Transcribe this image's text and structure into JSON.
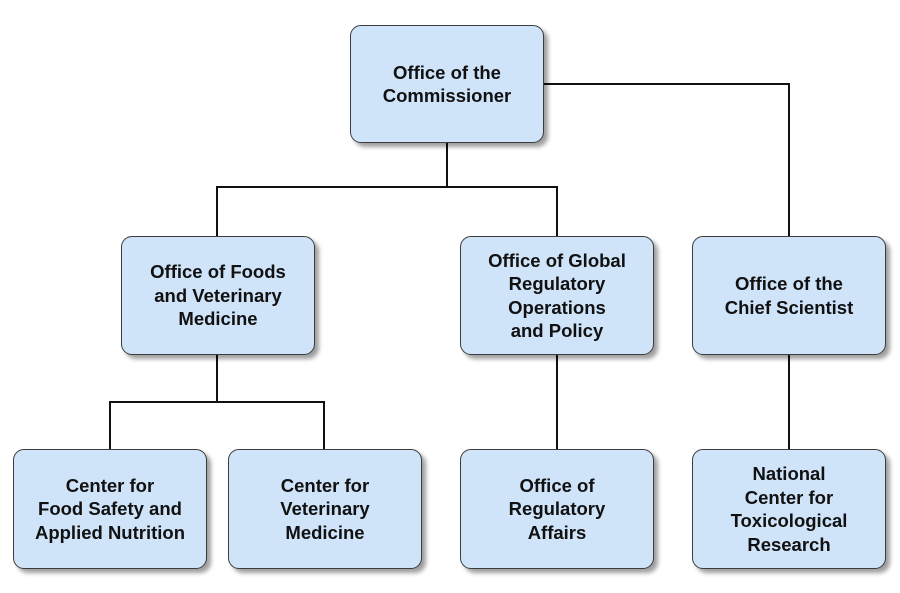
{
  "org_chart": {
    "commissioner": {
      "label": "Office of the\nCommissioner"
    },
    "foods_vet": {
      "label": "Office of Foods\nand Veterinary\nMedicine"
    },
    "global_reg": {
      "label": "Office of Global\nRegulatory\nOperations\nand Policy"
    },
    "chief_scientist": {
      "label": "Office of the\nChief Scientist"
    },
    "cfsan": {
      "label": "Center for\nFood Safety and\nApplied Nutrition"
    },
    "cvm": {
      "label": "Center for\nVeterinary\nMedicine"
    },
    "ora": {
      "label": "Office of\nRegulatory\nAffairs"
    },
    "nctr": {
      "label": "National\nCenter for\nToxicological\nResearch"
    }
  },
  "colors": {
    "box_fill": "#cfe3f9",
    "box_border": "#3c3c3c",
    "connector": "#111111",
    "text": "#111111"
  }
}
